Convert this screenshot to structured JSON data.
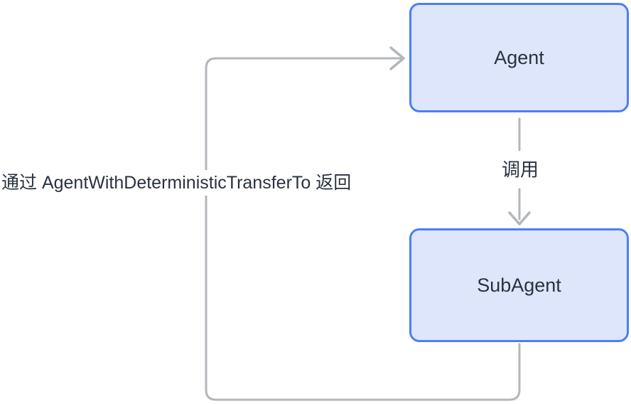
{
  "diagram": {
    "nodes": [
      {
        "id": "agent",
        "label": "Agent"
      },
      {
        "id": "subagent",
        "label": "SubAgent"
      }
    ],
    "edges": [
      {
        "from": "agent",
        "to": "subagent",
        "label": "调用"
      },
      {
        "from": "subagent",
        "to": "agent",
        "label": "通过 AgentWithDeterministicTransferTo 返回"
      }
    ]
  },
  "colors": {
    "node_fill": "#dde6fb",
    "node_border": "#4d7ef2",
    "node_text": "#2a3140",
    "arrow": "#b3b6ba",
    "background": "#ffffff"
  }
}
